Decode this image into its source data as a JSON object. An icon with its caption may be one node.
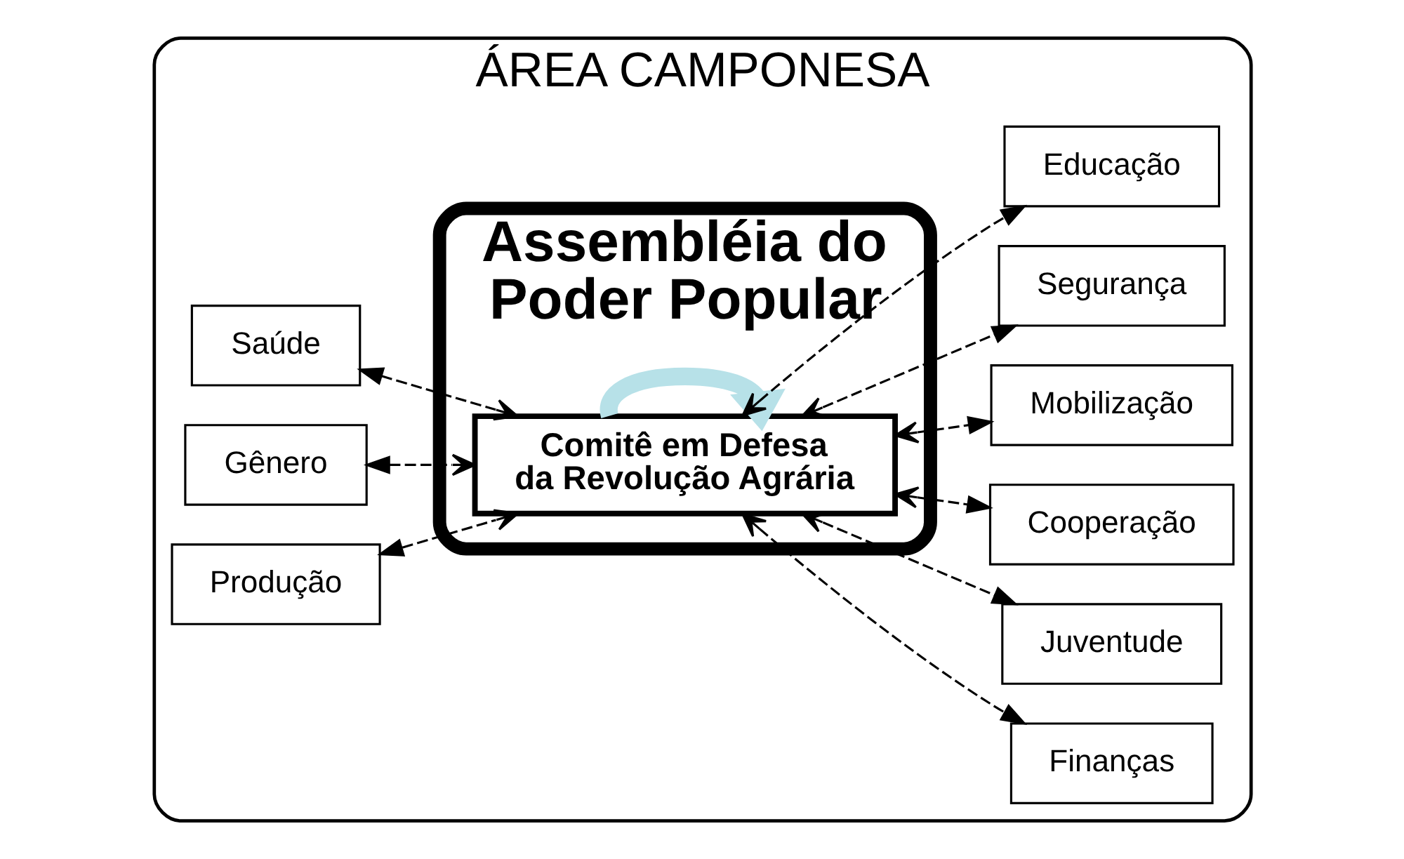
{
  "diagram": {
    "nodes": [
      {
        "text": [
          "ÁREA CAMPONESA"
        ]
      },
      {
        "text": [
          "Assembléia do Poder Popular"
        ],
        "in": 0
      },
      {
        "text": [
          "Comitê em Defesa da Revolução Agrária"
        ],
        "in": 1
      },
      {
        "text": [
          "Saúde"
        ],
        "in": 0
      },
      {
        "text": [
          "Gênero"
        ],
        "in": 0
      },
      {
        "text": [
          "Produção"
        ],
        "in": 0
      },
      {
        "text": [
          "Finanças"
        ],
        "in": 0
      },
      {
        "text": [
          "Juventude"
        ],
        "in": 0
      },
      {
        "text": [
          "Cooperação"
        ],
        "in": 0
      },
      {
        "text": [
          "Mobilização"
        ],
        "in": 0
      },
      {
        "text": [
          "Segurança"
        ],
        "in": 0
      },
      {
        "text": [
          "Educação"
        ],
        "in": 0
      }
    ],
    "edges": [
      {
        "from": 2,
        "to": 3,
        "arrow": "both",
        "style": "dashed"
      },
      {
        "from": 2,
        "to": 4,
        "arrow": "both",
        "style": "dashed"
      },
      {
        "from": 2,
        "to": 5,
        "arrow": "both",
        "style": "dashed"
      },
      {
        "from": 2,
        "to": 6,
        "arrow": "both",
        "style": "dashed"
      },
      {
        "from": 2,
        "to": 7,
        "arrow": "both",
        "style": "dashed"
      },
      {
        "from": 2,
        "to": 8,
        "arrow": "both",
        "style": "dashed"
      },
      {
        "from": 2,
        "to": 9,
        "arrow": "both",
        "style": "dashed"
      },
      {
        "from": 2,
        "to": 10,
        "arrow": "both",
        "style": "dashed"
      },
      {
        "from": 2,
        "to": 11,
        "arrow": "both",
        "style": "dashed"
      },
      {
        "from": 1,
        "to": 2,
        "arrow": "to",
        "style": "thick",
        "color": "#b7e1e8"
      }
    ]
  }
}
